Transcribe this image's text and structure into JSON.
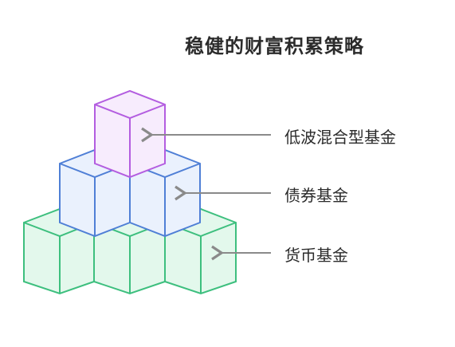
{
  "title": "稳健的财富积累策略",
  "tiers": [
    {
      "label": "低波混合型基金",
      "color": "#b35de0",
      "fill": "#f7ecfd"
    },
    {
      "label": "债券基金",
      "color": "#4f7fd6",
      "fill": "#eaf1fd"
    },
    {
      "label": "货币基金",
      "color": "#3dbf7e",
      "fill": "#e3f8ec"
    }
  ],
  "arrow_color": "#8a8a8a"
}
